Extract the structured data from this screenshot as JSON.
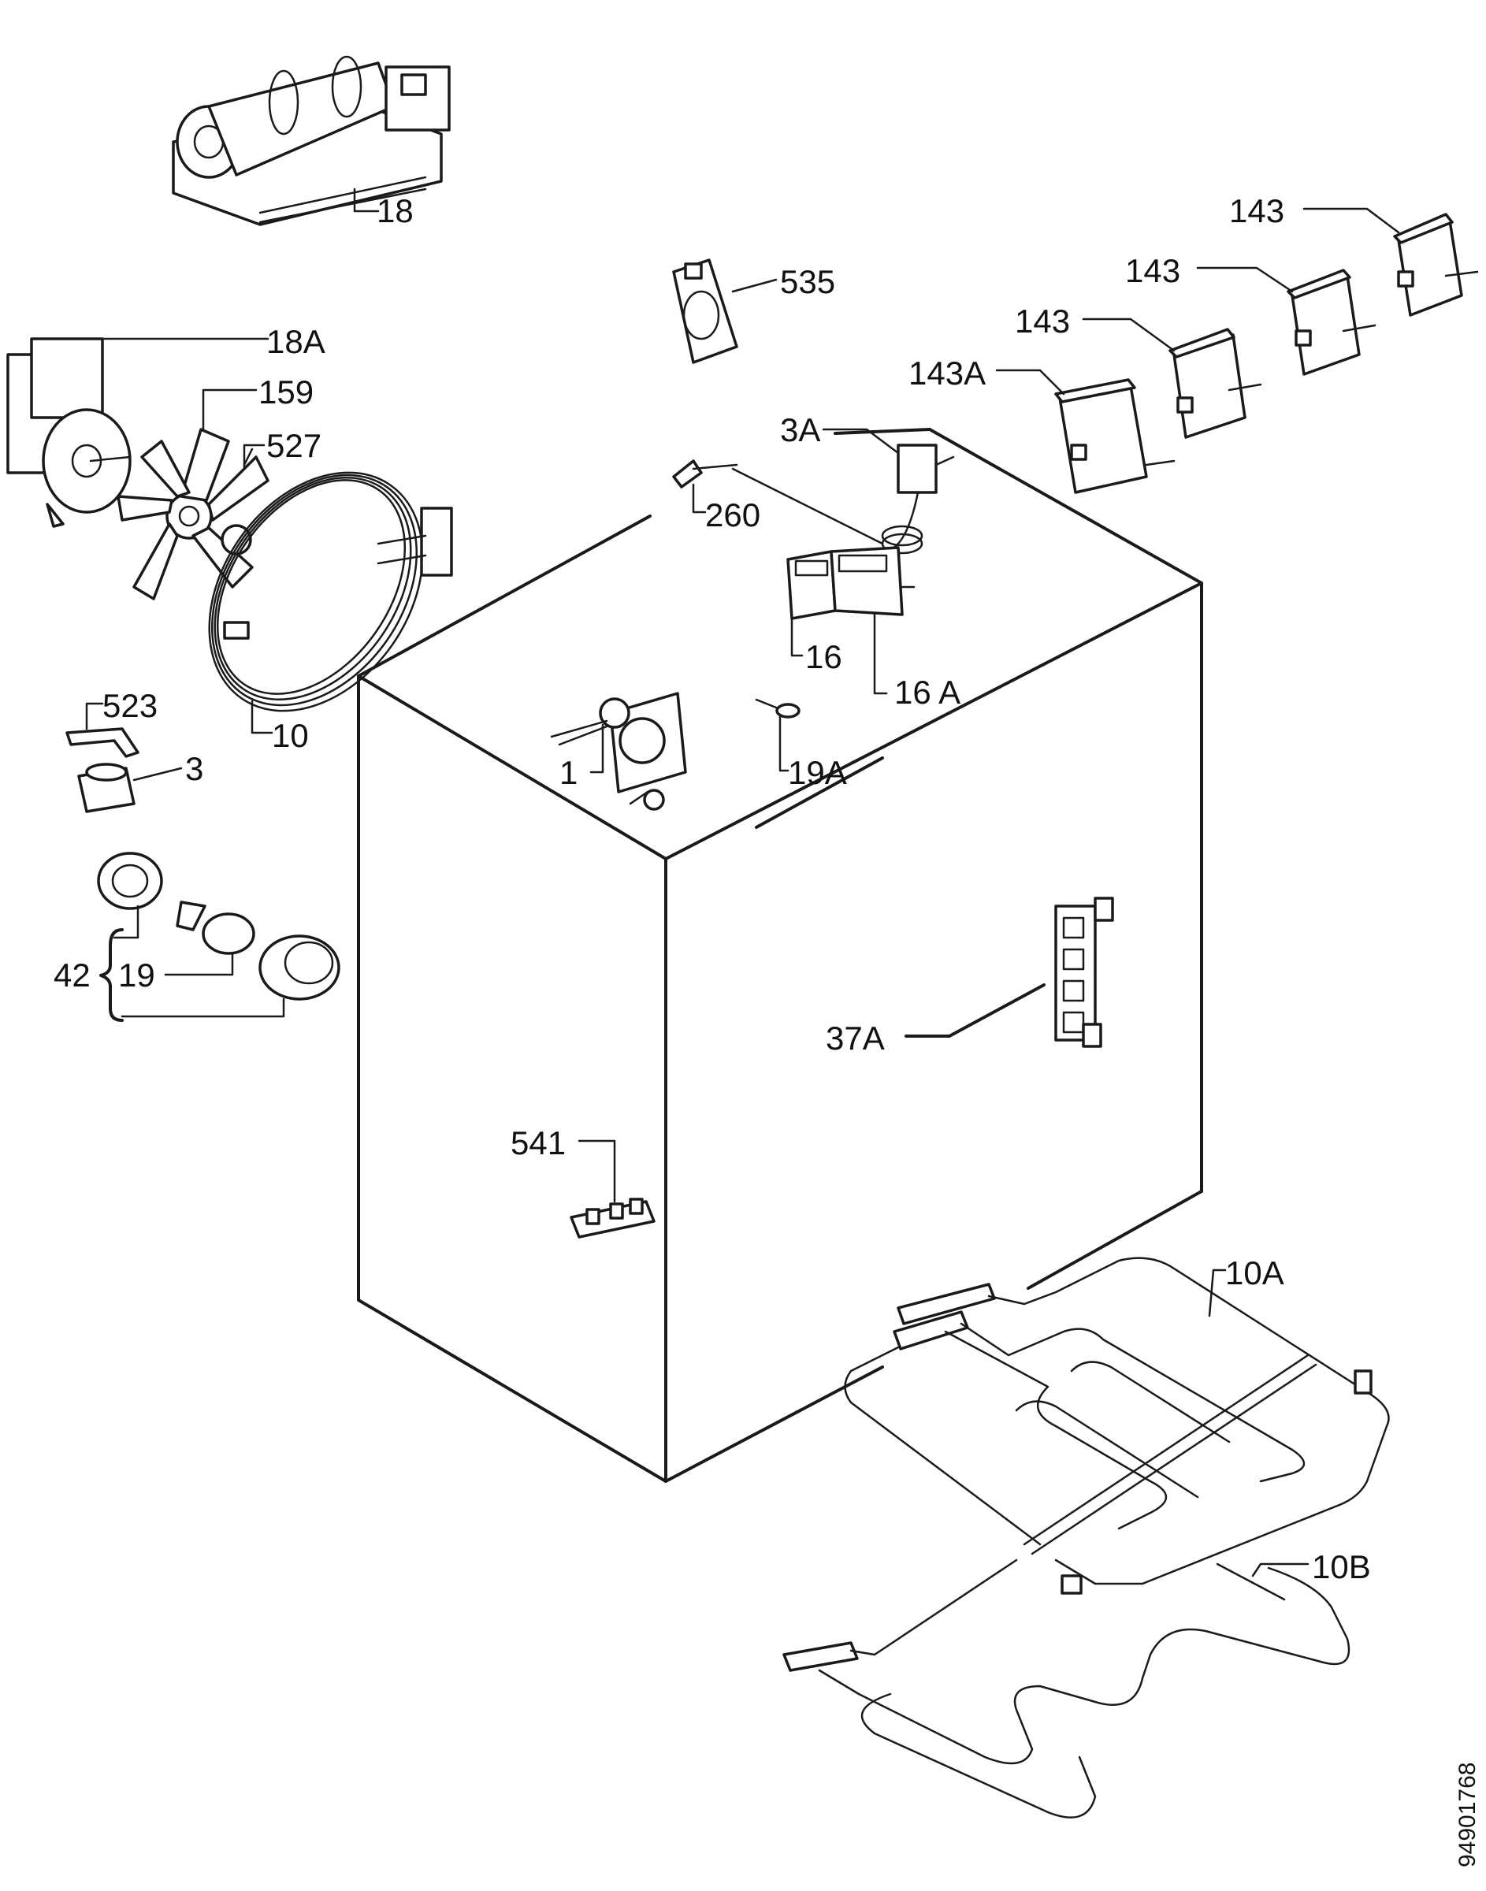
{
  "labels": {
    "l18": "18",
    "l18a": "18A",
    "l159": "159",
    "l527": "527",
    "l535": "535",
    "l143_1": "143",
    "l143_2": "143",
    "l143_3": "143",
    "l143a": "143A",
    "l3a": "3A",
    "l260": "260",
    "l16": "16",
    "l16a": "16 A",
    "l523": "523",
    "l3": "3",
    "l10": "10",
    "l1": "1",
    "l19a": "19A",
    "l42": "42",
    "l19": "19",
    "l37a": "37A",
    "l541": "541",
    "l10a": "10A",
    "l10b": "10B"
  },
  "doc_id": "94901768",
  "colors": {
    "line": "#1a1a1a",
    "background": "#ffffff"
  }
}
